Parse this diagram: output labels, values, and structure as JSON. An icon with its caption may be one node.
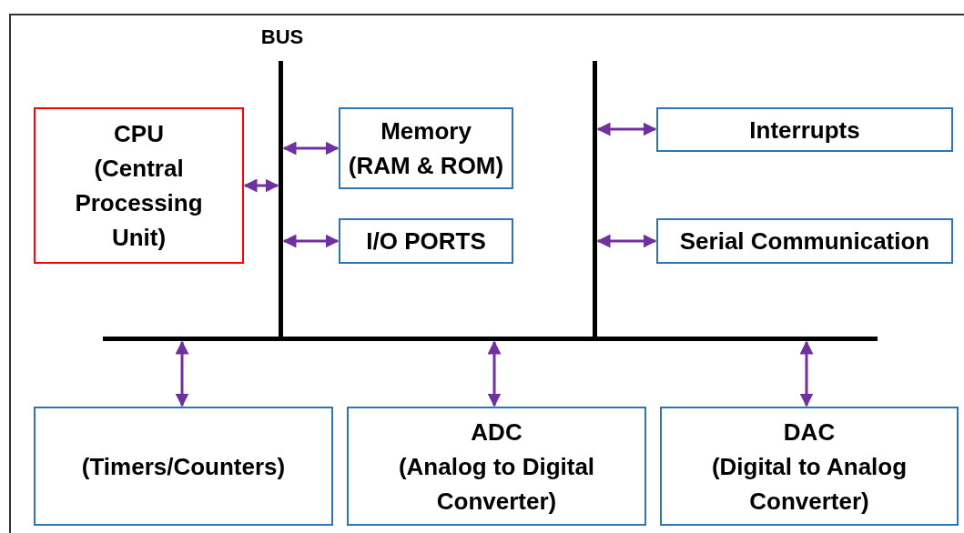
{
  "diagram": {
    "nodes": [
      {
        "text": [
          "CPU",
          "(Central Processing Unit)"
        ]
      },
      {
        "text": [
          "BUS"
        ]
      },
      {
        "text": [
          "Memory",
          "(RAM & ROM)"
        ]
      },
      {
        "text": [
          "I/O PORTS"
        ]
      },
      {
        "text": [],
        "shape": "bar"
      },
      {
        "text": [
          "Interrupts"
        ]
      },
      {
        "text": [
          "Serial Communication"
        ]
      },
      {
        "text": [],
        "shape": "bar"
      },
      {
        "text": [
          "(Timers/Counters)"
        ]
      },
      {
        "text": [
          "ADC",
          "(Analog to Digital Converter)"
        ]
      },
      {
        "text": [
          "DAC",
          "(Digital to Analog Converter)"
        ]
      }
    ],
    "edges": [
      {
        "from": 0,
        "to": 1,
        "arrow": "both"
      },
      {
        "from": 1,
        "to": 2,
        "arrow": "both"
      },
      {
        "from": 1,
        "to": 3,
        "arrow": "both"
      },
      {
        "from": 4,
        "to": 5,
        "arrow": "both"
      },
      {
        "from": 4,
        "to": 6,
        "arrow": "both"
      },
      {
        "from": 7,
        "to": 8,
        "arrow": "both"
      },
      {
        "from": 7,
        "to": 9,
        "arrow": "both"
      },
      {
        "from": 7,
        "to": 10,
        "arrow": "both"
      }
    ]
  }
}
